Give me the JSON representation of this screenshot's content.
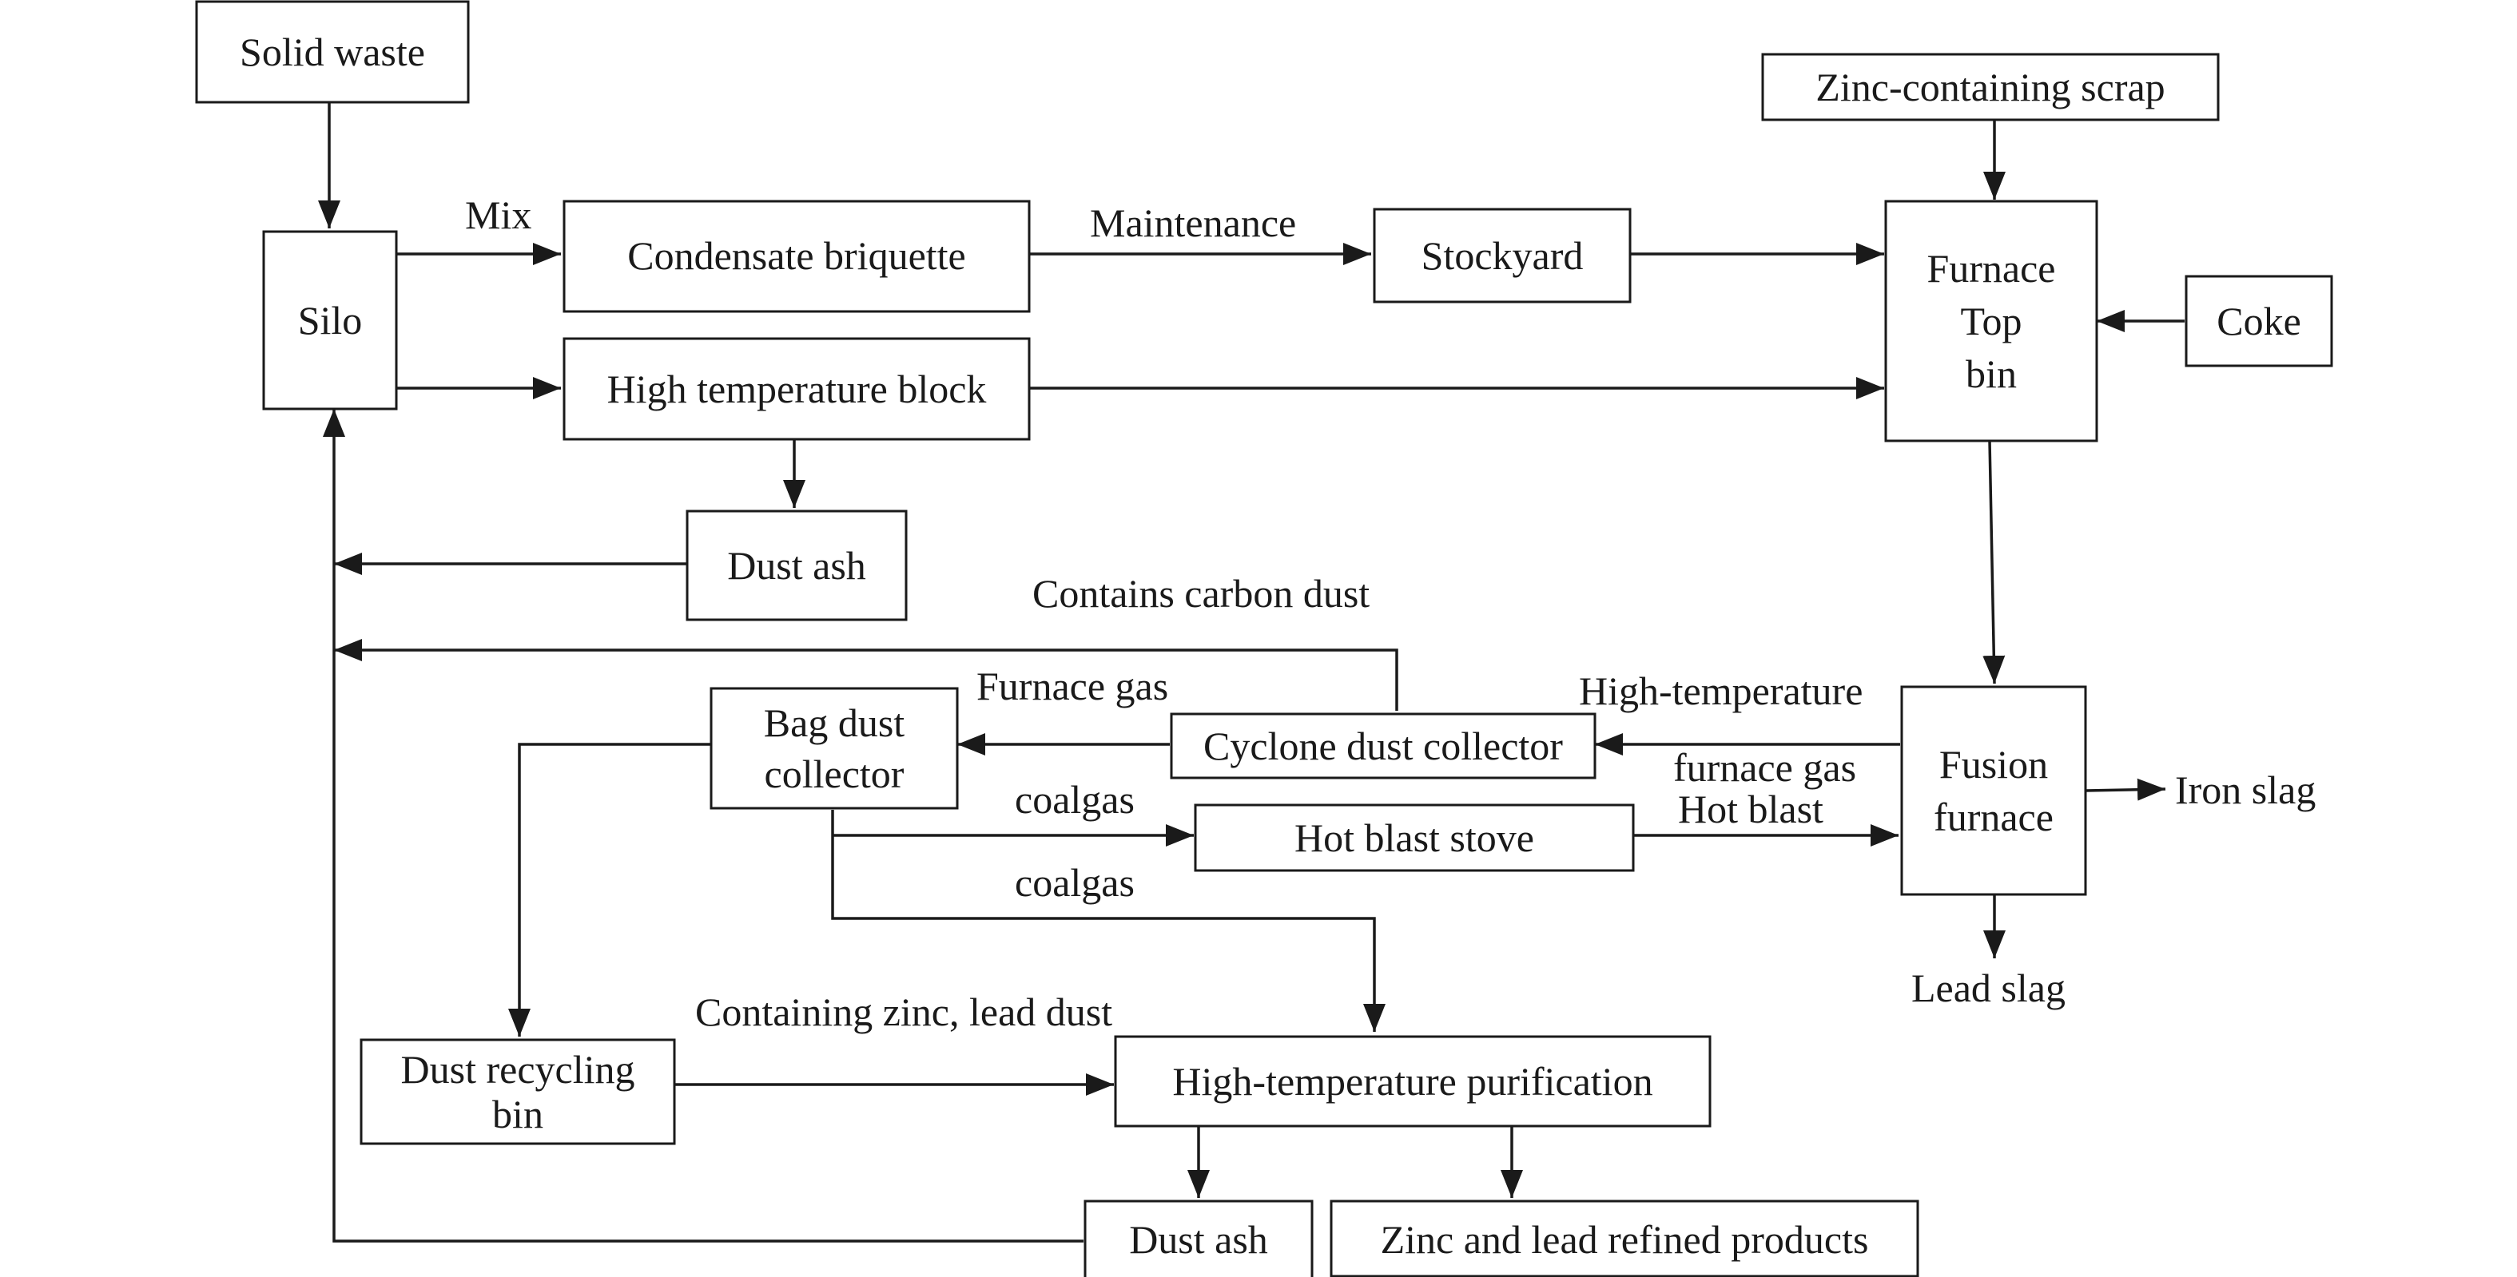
{
  "nodes": {
    "solid_waste": [
      "Solid waste"
    ],
    "silo": [
      "Silo"
    ],
    "condensate_briquette": [
      "Condensate briquette"
    ],
    "high_temp_block": [
      "High temperature block"
    ],
    "stockyard": [
      "Stockyard"
    ],
    "zinc_scrap": [
      "Zinc-containing scrap"
    ],
    "furnace_top_bin": [
      "Furnace",
      "Top",
      "bin"
    ],
    "coke": [
      "Coke"
    ],
    "dust_ash_top": [
      "Dust ash"
    ],
    "bag_dust_collector": [
      "Bag dust",
      "collector"
    ],
    "cyclone_dust_collector": [
      "Cyclone dust collector"
    ],
    "fusion_furnace": [
      "Fusion",
      "furnace"
    ],
    "hot_blast_stove": [
      "Hot blast stove"
    ],
    "dust_recycling_bin": [
      "Dust recycling",
      "bin"
    ],
    "high_temp_purification": [
      "High-temperature purification"
    ],
    "dust_ash_bottom": [
      "Dust ash"
    ],
    "zinc_lead_products": [
      "Zinc and lead refined products"
    ]
  },
  "edge_labels": {
    "mix": "Mix",
    "maintenance": "Maintenance",
    "contains_carbon_dust": "Contains carbon dust",
    "furnace_gas": "Furnace gas",
    "high_temperature": "High-temperature",
    "furnace_gas_lower": "furnace gas",
    "hot_blast": "Hot blast",
    "coalgas_upper": "coalgas",
    "coalgas_lower": "coalgas",
    "containing_zinc_lead_dust": "Containing zinc, lead dust"
  },
  "terminals": {
    "iron_slag": "Iron slag",
    "lead_slag": "Lead slag"
  },
  "colors": {
    "line": "#1a1a1a",
    "background": "#ffffff"
  }
}
